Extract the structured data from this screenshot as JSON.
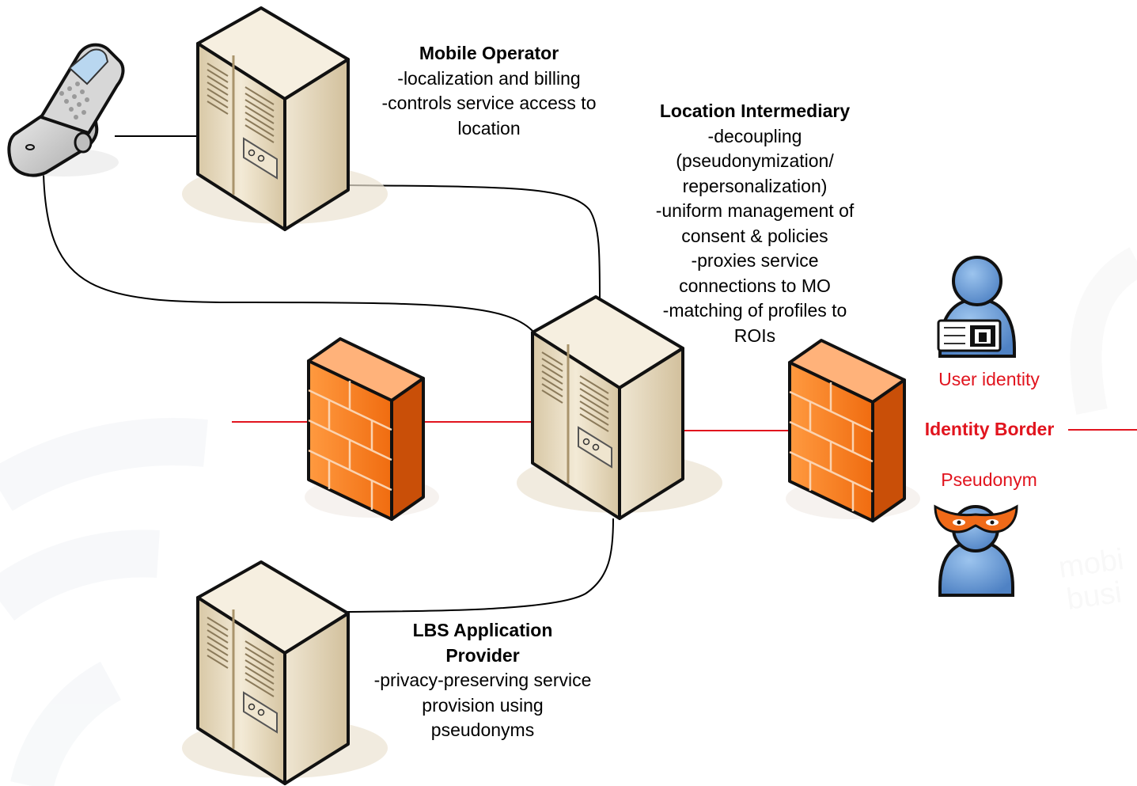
{
  "mobile_operator": {
    "title": "Mobile Operator",
    "lines": [
      "-localization and billing",
      "-controls service access to",
      "location"
    ]
  },
  "location_intermediary": {
    "title": "Location Intermediary",
    "lines": [
      "-decoupling",
      "(pseudonymization/",
      "repersonalization)",
      "-uniform management of",
      "consent & policies",
      "-proxies service",
      "connections to MO",
      "-matching of profiles to",
      "ROIs"
    ]
  },
  "lbs_provider": {
    "title_1": "LBS Application",
    "title_2": "Provider",
    "lines": [
      "-privacy-preserving service",
      "provision using",
      "pseudonyms"
    ]
  },
  "identity": {
    "user_identity": "User identity",
    "border": "Identity Border",
    "pseudonym": "Pseudonym"
  },
  "colors": {
    "border_line": "#e1141e",
    "firewall": "#f47d22",
    "server": "#e9dcc1",
    "person": "#6e9fd8",
    "mask": "#f06a18"
  }
}
